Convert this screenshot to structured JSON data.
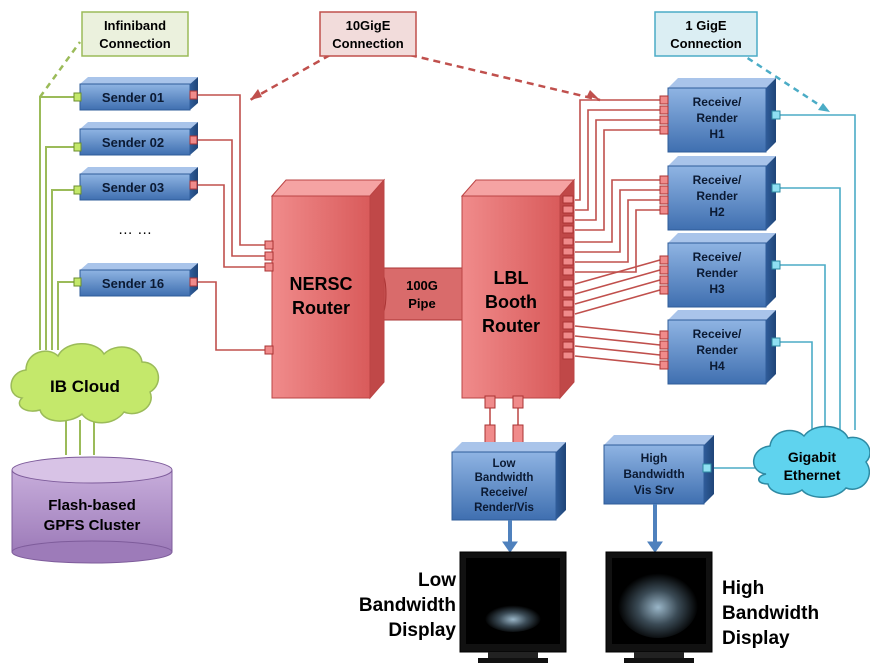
{
  "callouts": {
    "infiniband": [
      "Infiniband",
      "Connection"
    ],
    "tengig": [
      "10GigE",
      "Connection"
    ],
    "onegig": [
      "1 GigE",
      "Connection"
    ]
  },
  "senders": [
    "Sender 01",
    "Sender 02",
    "Sender 03",
    "Sender 16"
  ],
  "ellipsis": "… …",
  "routers": {
    "nersc": [
      "NERSC",
      "Router"
    ],
    "lbl": [
      "LBL",
      "Booth",
      "Router"
    ]
  },
  "pipe": [
    "100G",
    "Pipe"
  ],
  "receivers": [
    [
      "Receive/",
      "Render",
      "H1"
    ],
    [
      "Receive/",
      "Render",
      "H2"
    ],
    [
      "Receive/",
      "Render",
      "H3"
    ],
    [
      "Receive/",
      "Render",
      "H4"
    ]
  ],
  "ib_cloud": "IB Cloud",
  "gpfs": [
    "Flash-based",
    "GPFS Cluster"
  ],
  "low_bw_box": [
    "Low",
    "Bandwidth",
    "Receive/",
    "Render/Vis"
  ],
  "high_bw_box": [
    "High",
    "Bandwidth",
    "Vis Srv"
  ],
  "gigabit": [
    "Gigabit",
    "Ethernet"
  ],
  "low_display": [
    "Low",
    "Bandwidth",
    "Display"
  ],
  "high_display": [
    "High",
    "Bandwidth",
    "Display"
  ],
  "colors": {
    "ib_line": "#9bbb59",
    "ten_line": "#c0504d",
    "one_line": "#4bacc6",
    "blue_box": "#4f81bd",
    "router_red": "#e46c6c",
    "cloud_green": "#c4e86b",
    "cloud_blue": "#5fd3ee",
    "cylinder": "#b092c8"
  }
}
